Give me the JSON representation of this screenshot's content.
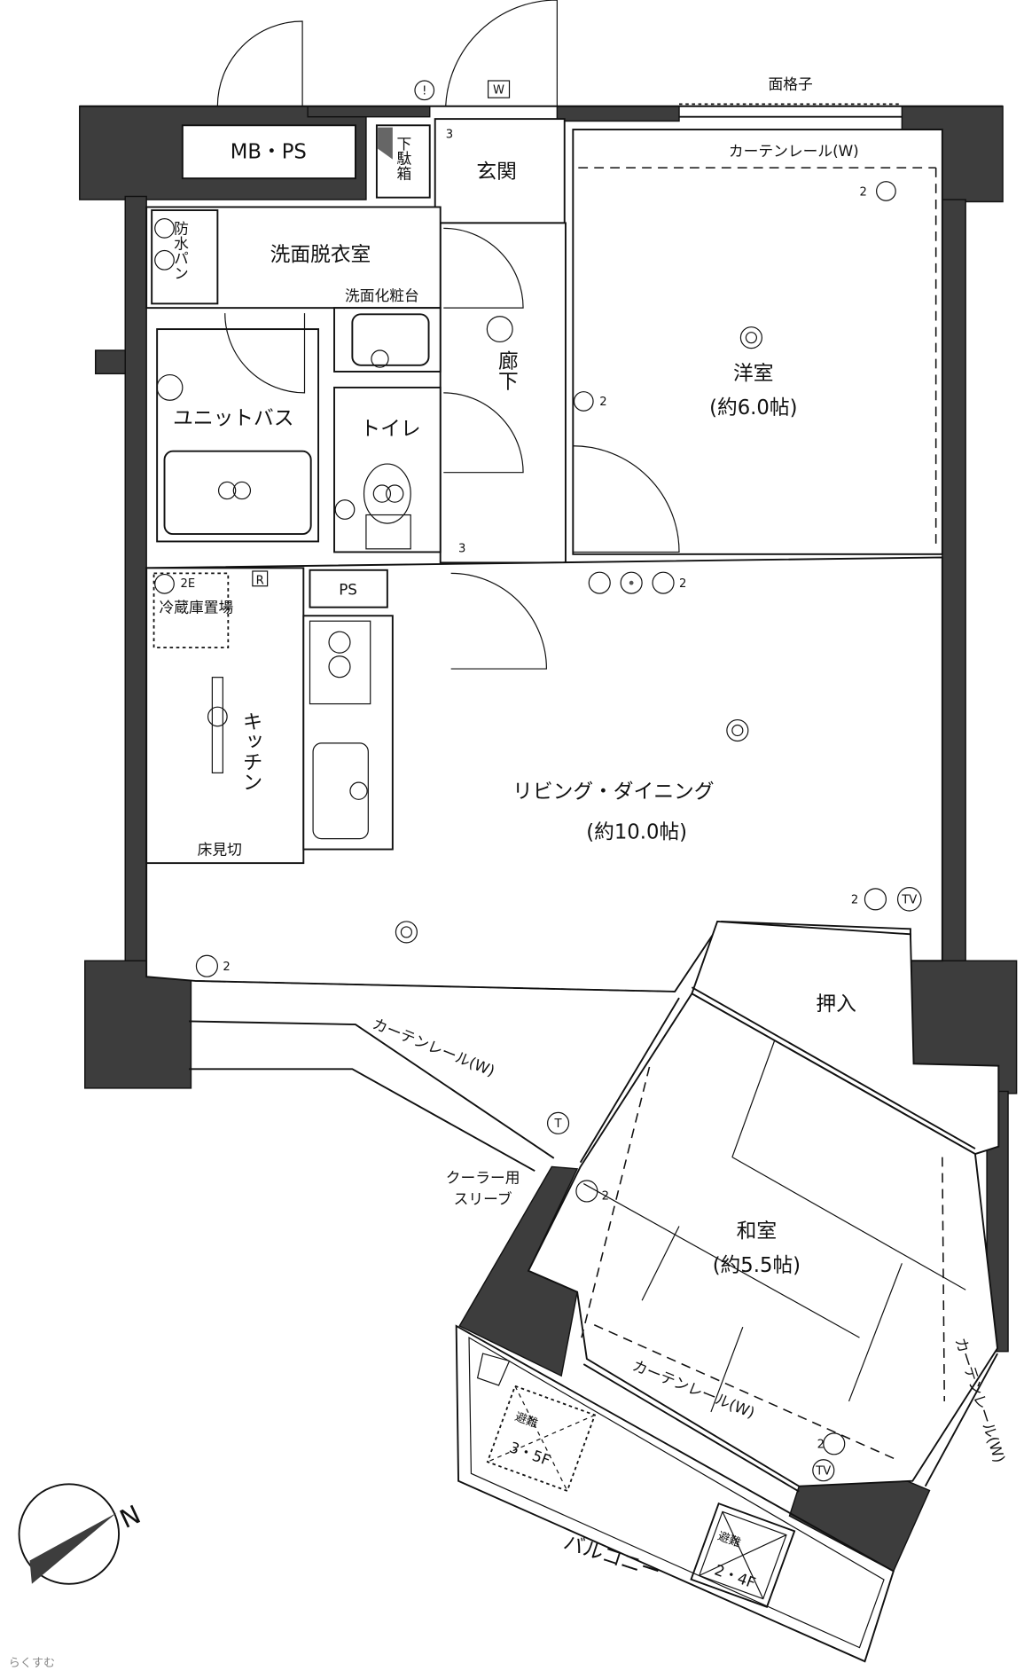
{
  "plan": {
    "rooms": {
      "mbps": "MB・PS",
      "genkan": "玄関",
      "getabako": "下駄箱",
      "western_room": "洋室",
      "western_room_size": "(約6.0帖)",
      "washroom": "洗面脱衣室",
      "waterproof_pan": "防水パン",
      "vanity": "洗面化粧台",
      "hallway": "廊下",
      "unit_bath": "ユニットバス",
      "toilet": "トイレ",
      "fridge_space": "冷蔵庫置場",
      "kitchen": "キッチン",
      "floor_edge": "床見切",
      "ps": "PS",
      "living_dining": "リビング・ダイニング",
      "living_dining_size": "(約10.0帖)",
      "closet": "押入",
      "japanese_room": "和室",
      "japanese_room_size": "(約5.5帖)",
      "balcony": "バルコニー"
    },
    "annotations": {
      "window_grille": "面格子",
      "curtain_rail": "カーテンレール(W)",
      "curtain_rail_short": "カーテンレール(W)",
      "cooler_sleeve_1": "クーラー用",
      "cooler_sleeve_2": "スリーブ",
      "hatch_upper": "3・5F",
      "hatch_lower": "2・4F",
      "hatch_label": "避難",
      "fridge_outlet": "2E",
      "r_mark": "R",
      "w_mark": "W",
      "tv_mark": "TV",
      "t_mark": "T",
      "outlet_2": "2",
      "outlet_3": "3",
      "north": "N"
    },
    "watermark": "らくすむ"
  }
}
